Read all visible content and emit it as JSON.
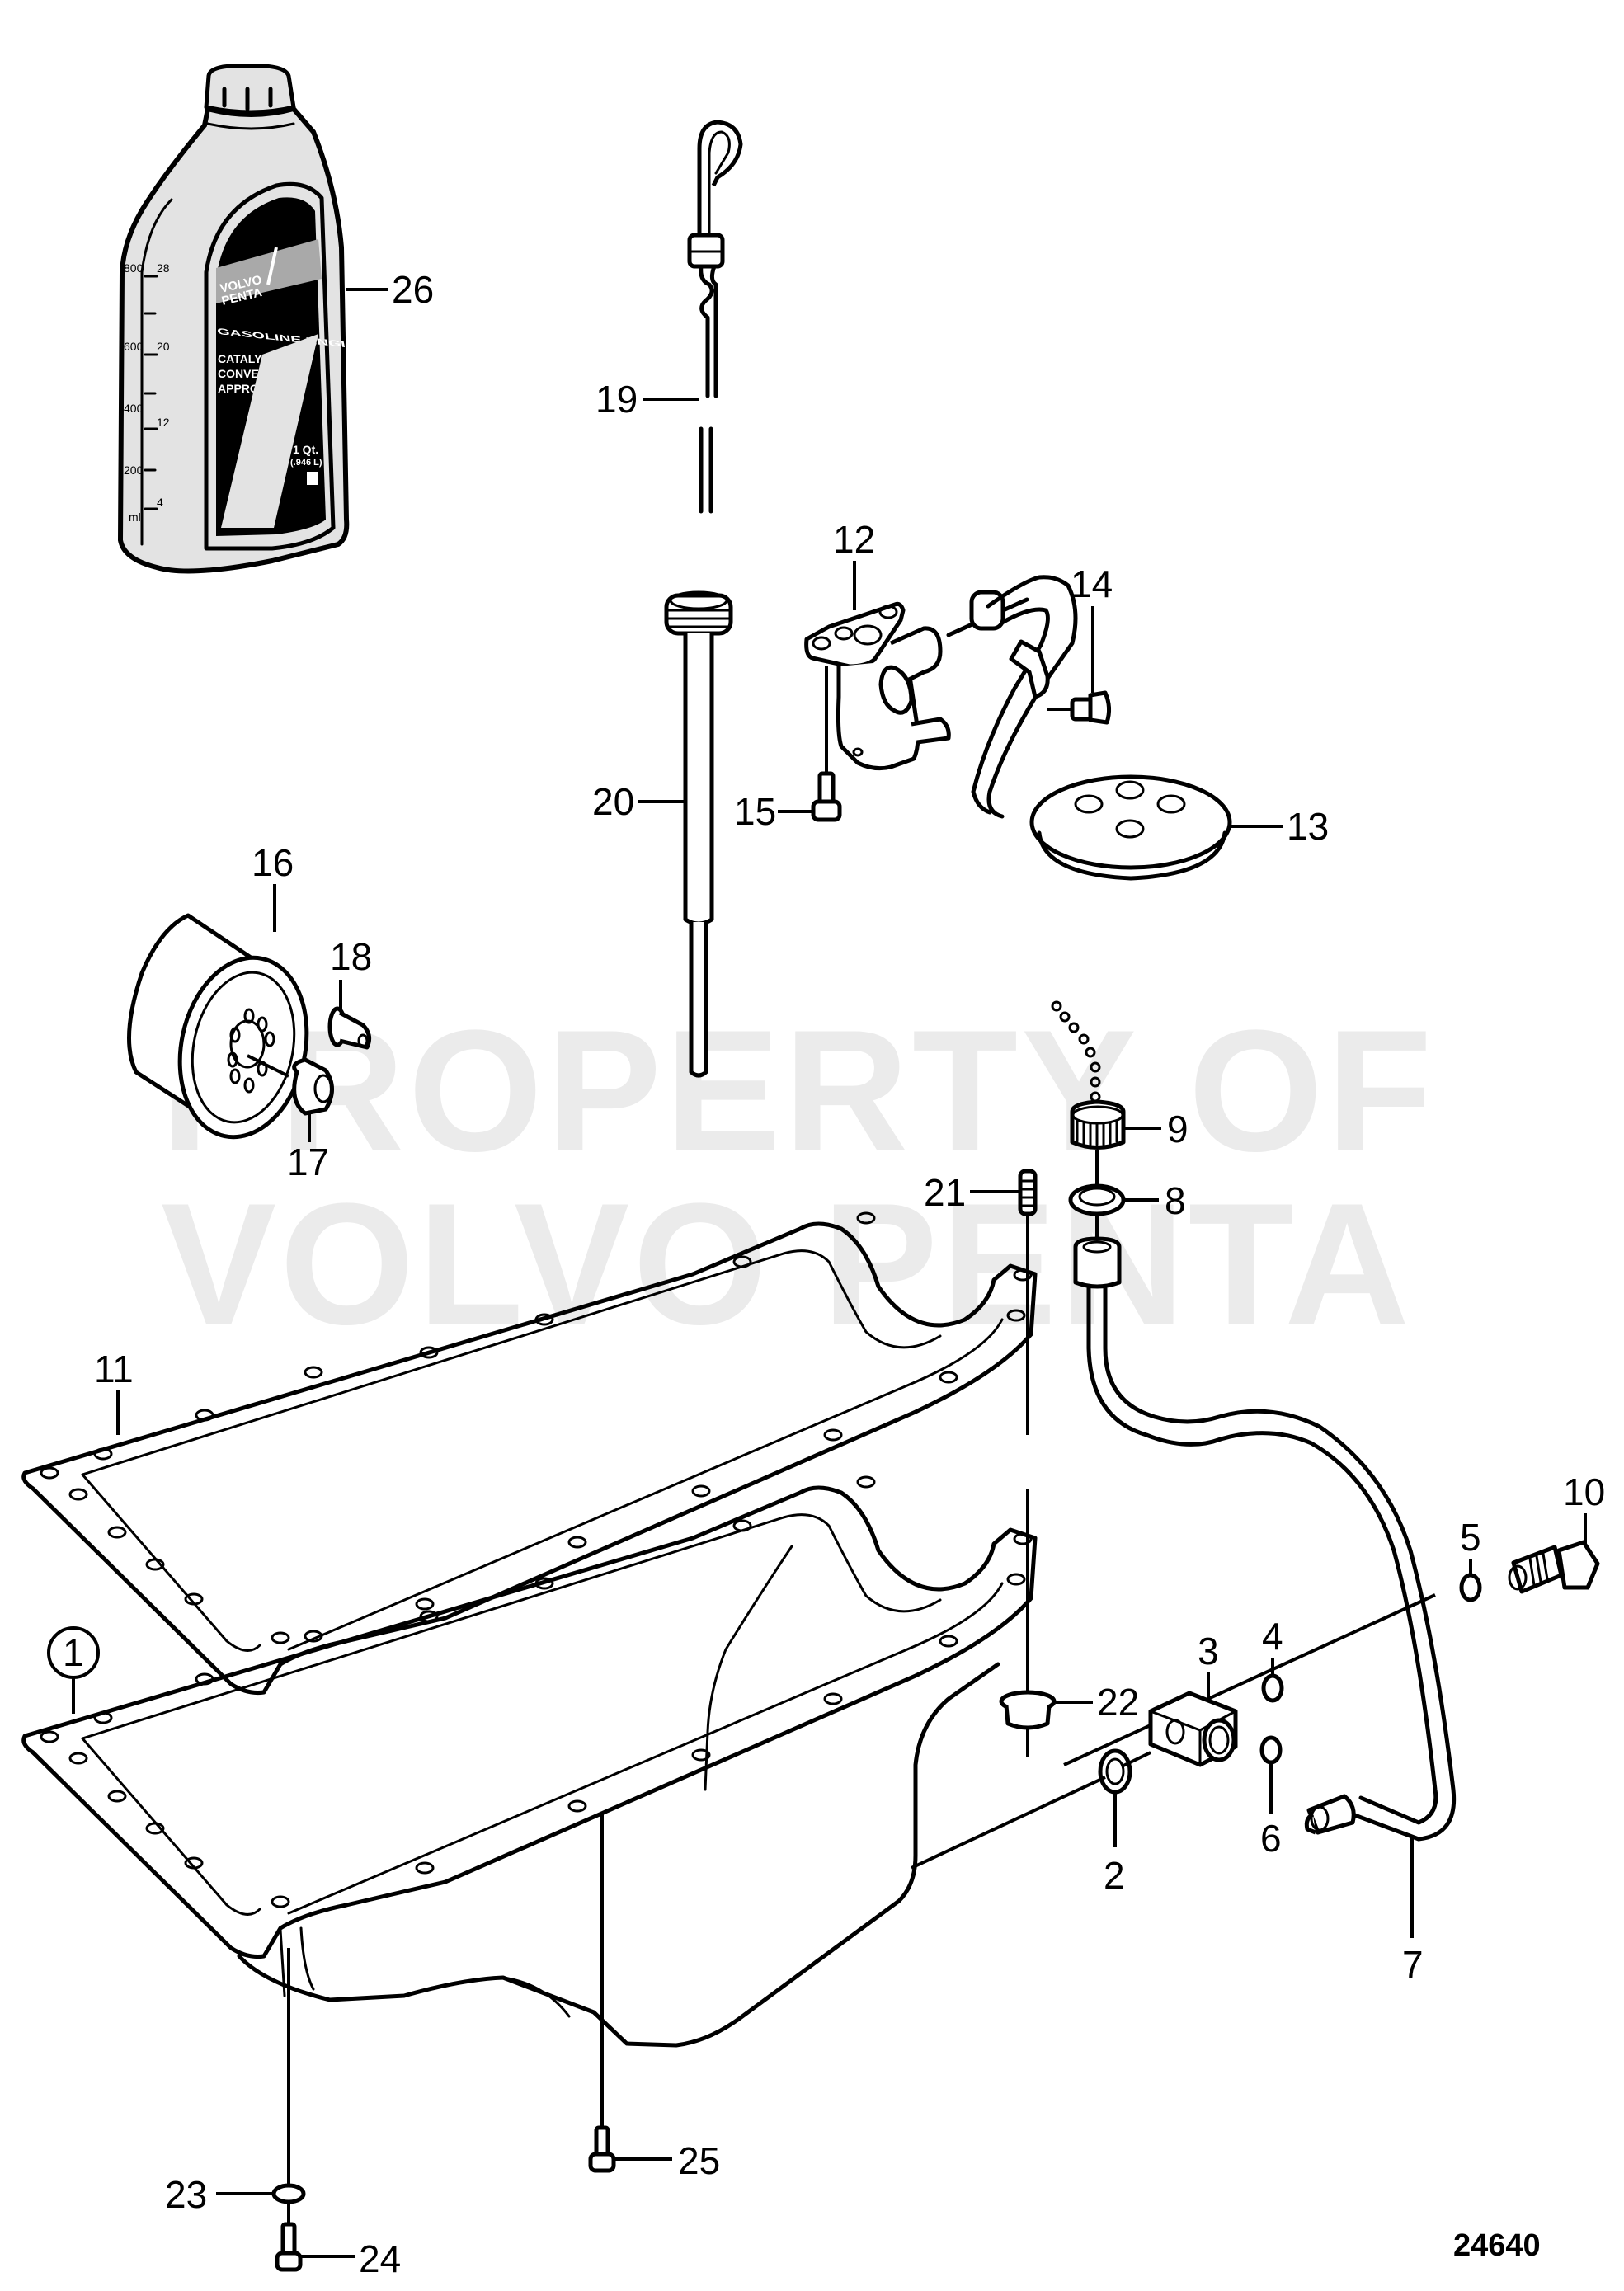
{
  "diagram": {
    "title": "Oil pan, oil pump and lubrication parts (exploded view)",
    "drawing_number": "24640",
    "watermark": {
      "line1": "PROPERTY OF",
      "line2": "VOLVO PENTA",
      "color": "#ebebeb"
    },
    "colors": {
      "line": "#000000",
      "background": "#ffffff",
      "bottle_fill": "#e3e3e3",
      "bottle_label_band": "#a9a9a9"
    },
    "oil_bottle": {
      "brand_line1": "VOLVO",
      "brand_line2": "PENTA",
      "product": "GASOLINE ENGINE OIL",
      "subtitle_line1": "CATALYTIC",
      "subtitle_line2": "CONVERTER",
      "subtitle_line3": "APPROVED",
      "volume_line1": "1 Qt.",
      "volume_line2": "(.946 L)",
      "scale_ml": [
        "800",
        "600",
        "400",
        "200",
        "ml"
      ],
      "scale_oz": [
        "28",
        "20",
        "12",
        "4"
      ]
    },
    "callouts": [
      {
        "id": "1",
        "part": "oil-pan-assembly",
        "circled": true
      },
      {
        "id": "2",
        "part": "sealing-washer"
      },
      {
        "id": "3",
        "part": "adapter-block"
      },
      {
        "id": "4",
        "part": "o-ring"
      },
      {
        "id": "5",
        "part": "sealing-washer"
      },
      {
        "id": "6",
        "part": "o-ring"
      },
      {
        "id": "7",
        "part": "drain-hose"
      },
      {
        "id": "8",
        "part": "seal-ring"
      },
      {
        "id": "9",
        "part": "cap-with-chain"
      },
      {
        "id": "10",
        "part": "banjo-bolt"
      },
      {
        "id": "11",
        "part": "oil-pan-gasket"
      },
      {
        "id": "12",
        "part": "oil-pump"
      },
      {
        "id": "13",
        "part": "oil-pickup-strainer"
      },
      {
        "id": "14",
        "part": "screw"
      },
      {
        "id": "15",
        "part": "flange-screw"
      },
      {
        "id": "16",
        "part": "oil-filter"
      },
      {
        "id": "17",
        "part": "nipple"
      },
      {
        "id": "18",
        "part": "bushing"
      },
      {
        "id": "19",
        "part": "dipstick"
      },
      {
        "id": "20",
        "part": "dipstick-tube"
      },
      {
        "id": "21",
        "part": "stud"
      },
      {
        "id": "22",
        "part": "flange-nut"
      },
      {
        "id": "23",
        "part": "washer"
      },
      {
        "id": "24",
        "part": "flange-screw"
      },
      {
        "id": "25",
        "part": "flange-screw"
      },
      {
        "id": "26",
        "part": "engine-oil-bottle"
      }
    ]
  }
}
